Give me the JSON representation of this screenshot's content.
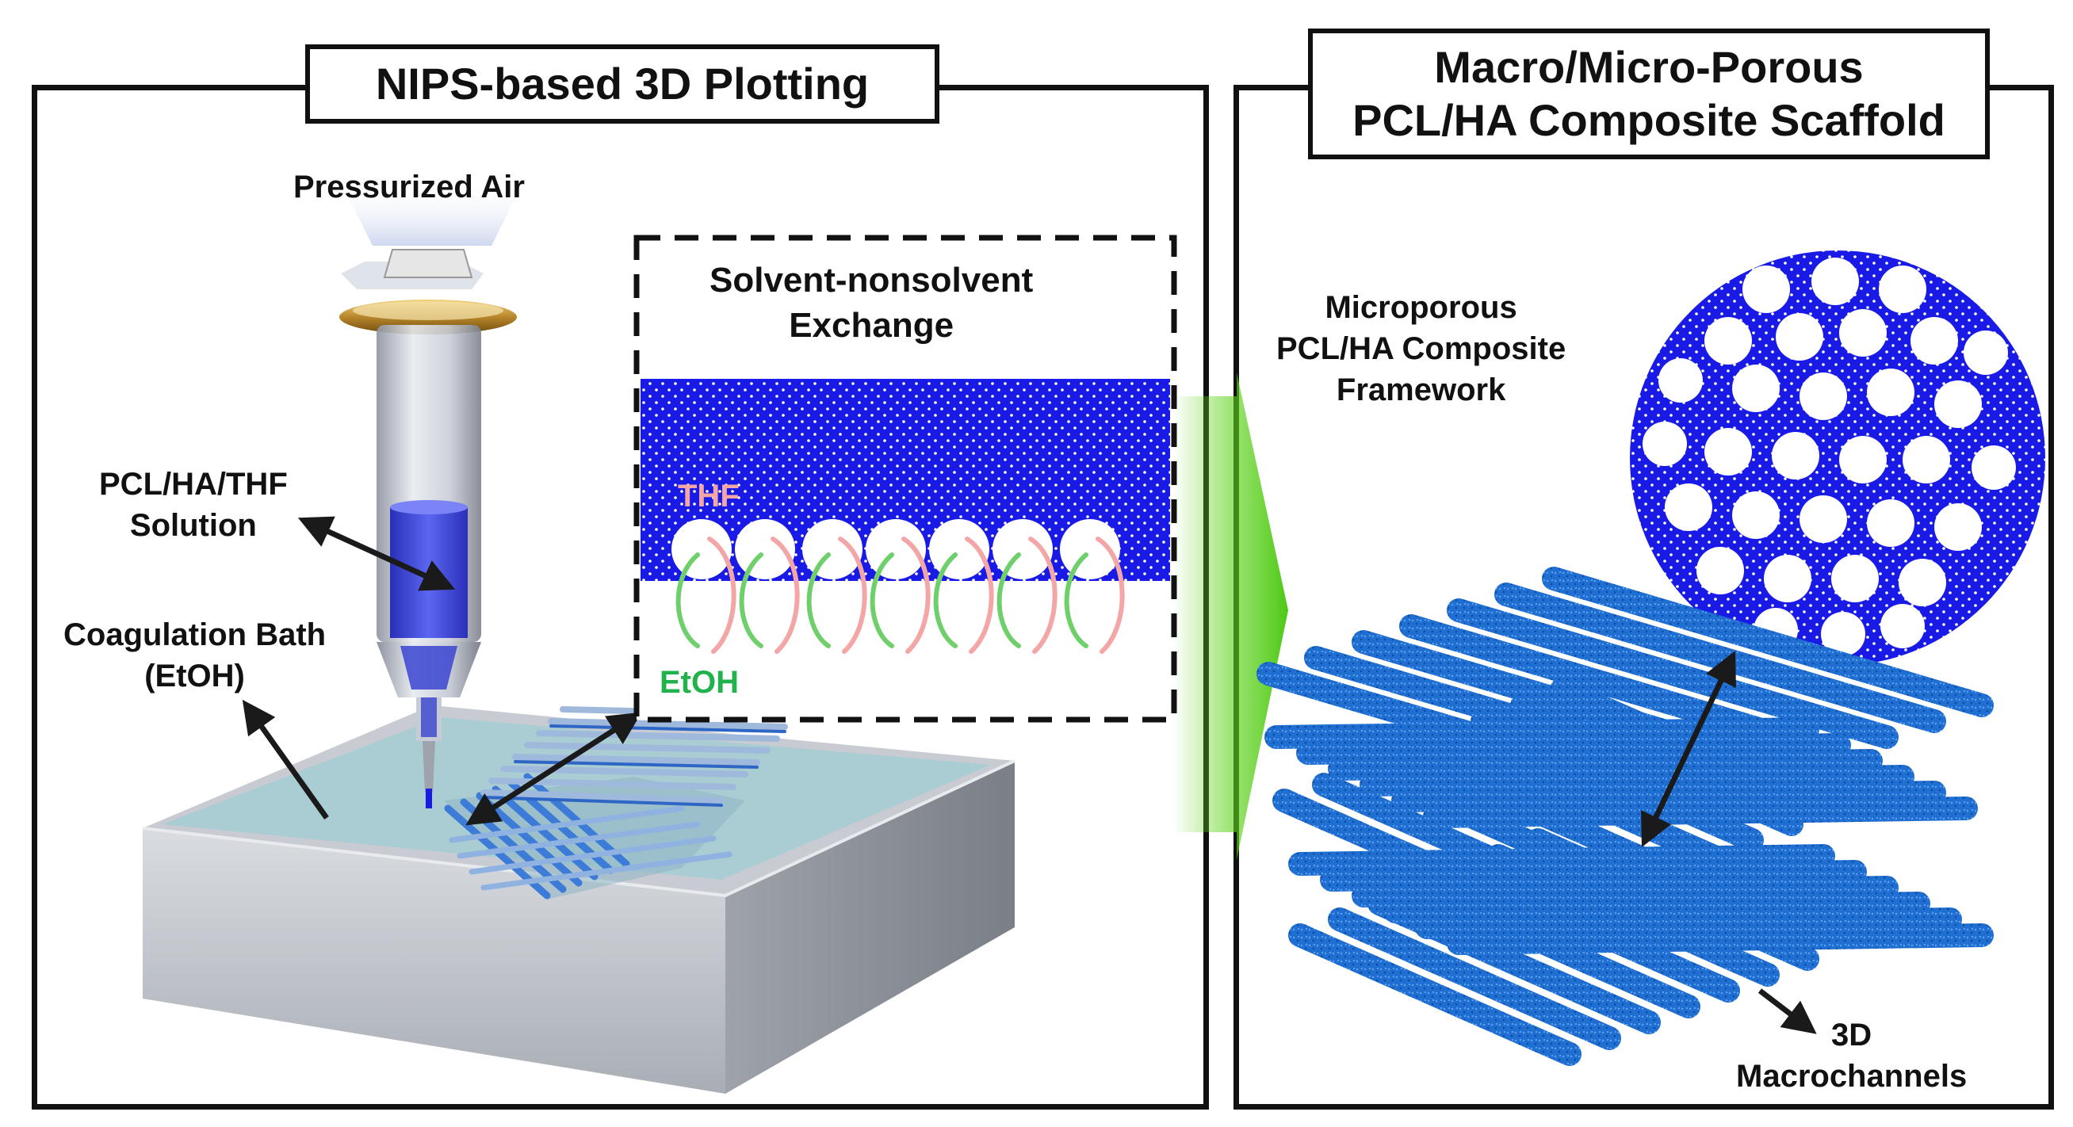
{
  "left_panel": {
    "title": "NIPS-based 3D Plotting",
    "label_pressurized_air": "Pressurized Air",
    "label_solution_line1": "PCL/HA/THF",
    "label_solution_line2": "Solution",
    "label_bath_line1": "Coagulation Bath",
    "label_bath_line2": "(EtOH)"
  },
  "inset": {
    "title_line1": "Solvent-nonsolvent",
    "title_line2": "Exchange",
    "label_thf": "THF",
    "label_etoh": "EtOH"
  },
  "right_panel": {
    "title_line1": "Macro/Micro-Porous",
    "title_line2": "PCL/HA Composite Scaffold",
    "label_framework_line1": "Microporous",
    "label_framework_line2": "PCL/HA Composite",
    "label_framework_line3": "Framework",
    "label_channels_line1": "3D",
    "label_channels_line2": "Macrochannels"
  },
  "colors": {
    "polymer_blue": "#1a1ae6",
    "scaffold_blue": "#1e6fd0",
    "bath_teal": "#a9cdd2",
    "arrow_green": "#5fd31a",
    "thf_pink": "#f4a6a6",
    "etoh_green": "#22b24c"
  }
}
